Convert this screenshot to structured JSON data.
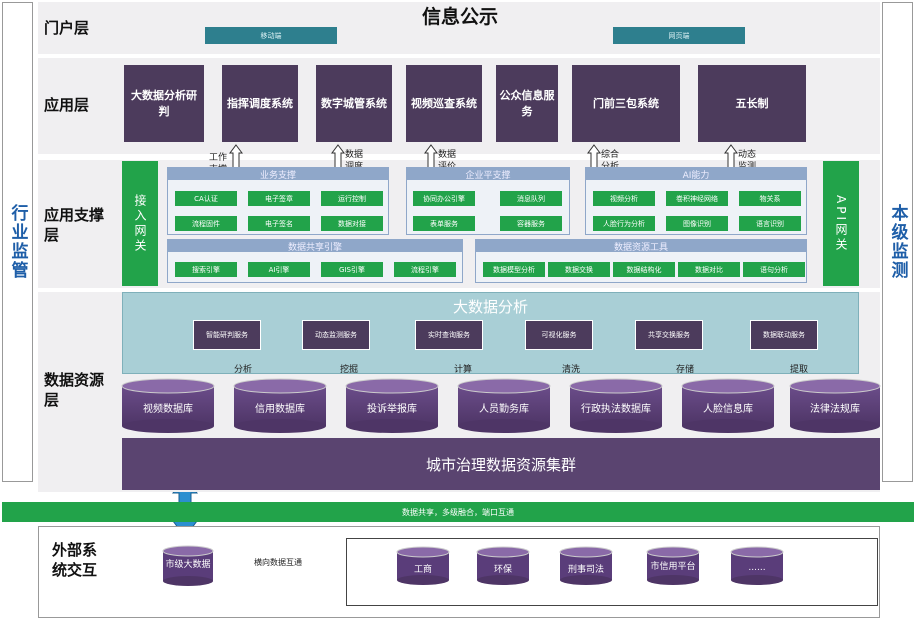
{
  "side_left": "行业监管",
  "side_right": "本级监测",
  "portal": {
    "label": "门户层",
    "title": "信息公示",
    "buttons": [
      "移动端",
      "网页端"
    ]
  },
  "app": {
    "label": "应用层",
    "systems": [
      "大数据分析研判",
      "指挥调度系统",
      "数字城管系统",
      "视频巡查系统",
      "公众信息服务",
      "门前三包系统",
      "五长制"
    ]
  },
  "support": {
    "label": "应用支撑层",
    "left_gateway": "接入网关",
    "right_gateway": "API网关",
    "arrows": [
      "工作支撑",
      "数据调度",
      "数据评价",
      "综合分析",
      "动态监测"
    ],
    "groups": [
      {
        "title": "业务支撑",
        "items": [
          "CA认证",
          "电子签章",
          "运行控制",
          "流程固件",
          "电子签名",
          "数据对接"
        ]
      },
      {
        "title": "企业平支撑",
        "items": [
          "协同办公引擎",
          "消息队列",
          "表单服务",
          "容器服务"
        ]
      },
      {
        "title": "AI能力",
        "items": [
          "视频分析",
          "卷积神经网络",
          "物关系",
          "人脸行为分析",
          "图像识别",
          "语言识别"
        ]
      },
      {
        "title": "数据共享引擎",
        "items": [
          "搜索引擎",
          "AI引擎",
          "GIS引擎",
          "流程引擎"
        ]
      },
      {
        "title": "数据资源工具",
        "items": [
          "数据模型分析",
          "数据交换",
          "数据结构化",
          "数据对比",
          "语句分析"
        ]
      }
    ]
  },
  "data": {
    "label": "数据资源层",
    "analysis_title": "大数据分析",
    "services": [
      "智能研判服务",
      "动态监测服务",
      "实时查询服务",
      "可视化服务",
      "共享交换服务",
      "数据联动服务"
    ],
    "arrows": [
      "分析",
      "挖掘",
      "计算",
      "清洗",
      "存储",
      "提取"
    ],
    "databases": [
      "视频数据库",
      "信用数据库",
      "投诉举报库",
      "人员勤务库",
      "行政执法数据库",
      "人脸信息库",
      "法律法规库"
    ],
    "cluster": "城市治理数据资源集群"
  },
  "bus": "数据共享，多级融合，端口互通",
  "external": {
    "label": "外部系统交互",
    "city_db": "市级大数据",
    "link": "横向数据互通",
    "items": [
      "工商",
      "环保",
      "刑事司法",
      "市信用平台",
      "......"
    ]
  }
}
